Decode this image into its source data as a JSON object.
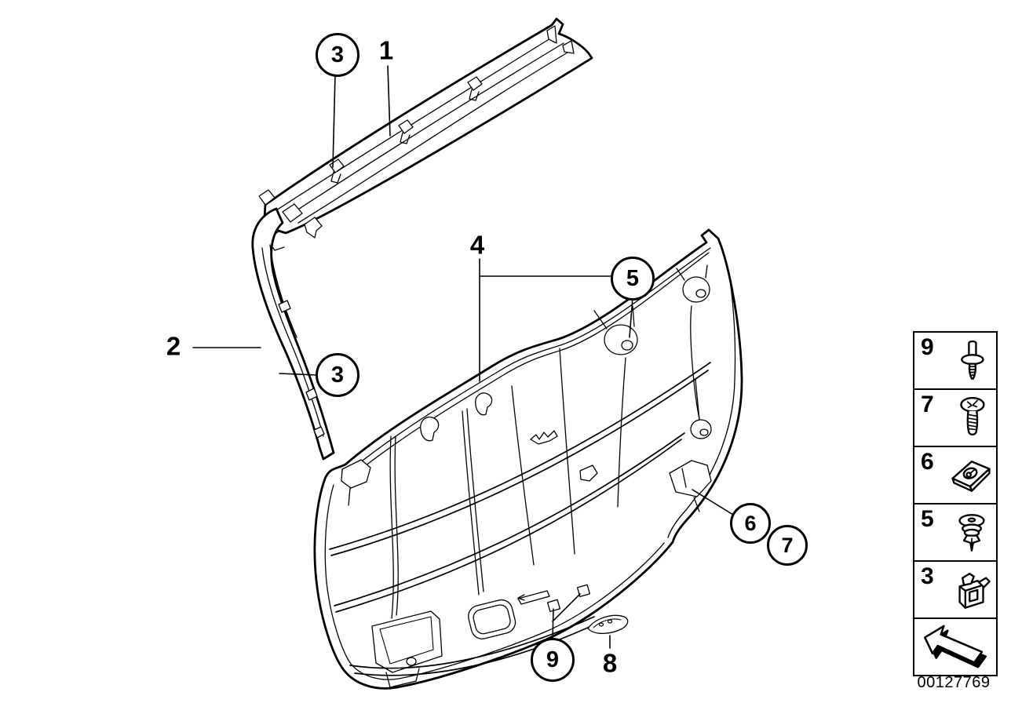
{
  "callouts": {
    "upper_strip_clip": "3",
    "upper_strip": "1",
    "side_strip": "2",
    "side_strip_clip": "3",
    "main_panel": "4",
    "expanding_rivet": "5",
    "clip_nut": "6",
    "screw": "7",
    "cover_clip": "8",
    "blind_rivet": "9"
  },
  "legend": {
    "items": [
      {
        "ref": "9",
        "icon": "blind-rivet-icon"
      },
      {
        "ref": "7",
        "icon": "screw-icon"
      },
      {
        "ref": "6",
        "icon": "clip-nut-icon"
      },
      {
        "ref": "5",
        "icon": "expanding-rivet-icon"
      },
      {
        "ref": "3",
        "icon": "retaining-clip-icon"
      },
      {
        "ref": "",
        "icon": "back-arrow-icon"
      }
    ]
  },
  "footer": {
    "image_number": "00127769"
  },
  "colors": {
    "line": "#000000",
    "background": "#ffffff"
  }
}
